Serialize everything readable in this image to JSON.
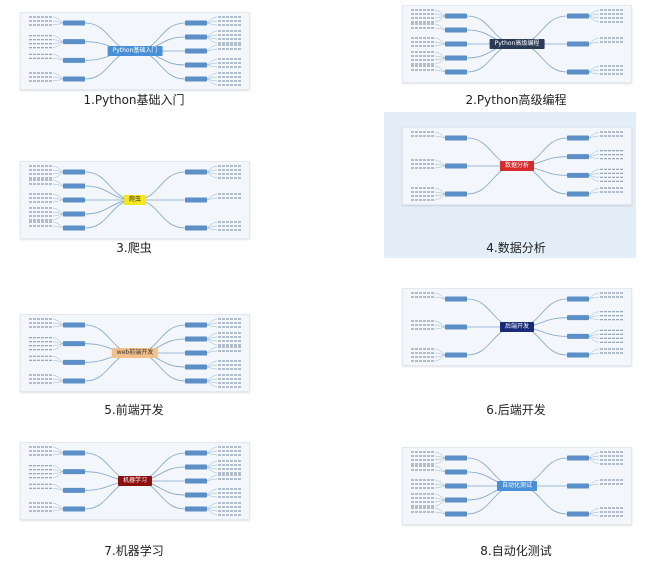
{
  "tiles": [
    {
      "caption": "1.Python基础入门",
      "center": "Python基础入门",
      "color": "#4a90d9",
      "text_color": "#ffffff"
    },
    {
      "caption": "2.Python高级编程",
      "center": "Python高级编程",
      "color": "#2b3a55",
      "text_color": "#ffffff"
    },
    {
      "caption": "3.爬虫",
      "center": "爬虫",
      "color": "#f5e71a",
      "text_color": "#333333"
    },
    {
      "caption": "4.数据分析",
      "center": "数据分析",
      "color": "#d92a2a",
      "text_color": "#ffffff"
    },
    {
      "caption": "5.前端开发",
      "center": "web前端开发",
      "color": "#f4c08a",
      "text_color": "#333333"
    },
    {
      "caption": "6.后端开发",
      "center": "后端开发",
      "color": "#1a2a7a",
      "text_color": "#ffffff"
    },
    {
      "caption": "7.机器学习",
      "center": "机器学习",
      "color": "#8b1010",
      "text_color": "#ffffff"
    },
    {
      "caption": "8.自动化测试",
      "center": "自动化测试",
      "color": "#4a90d9",
      "text_color": "#ffffff"
    }
  ],
  "colors": {
    "branch": "#7fa6cf",
    "node": "#5b8fc7",
    "leaf_text": "#8a9bb0"
  }
}
